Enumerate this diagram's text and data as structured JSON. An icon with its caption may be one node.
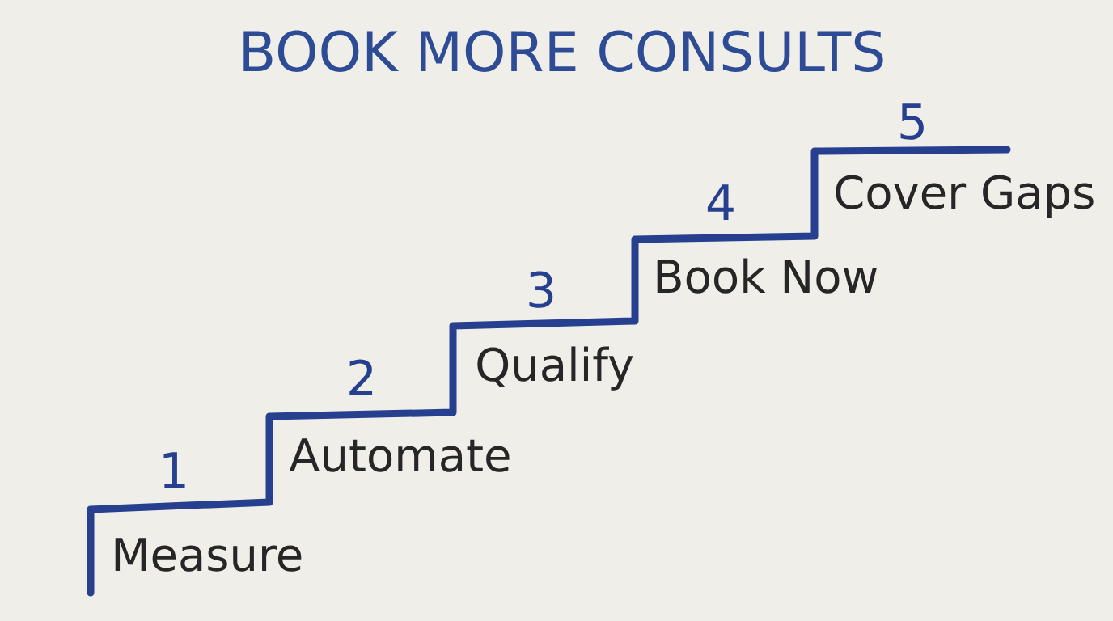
{
  "diagram": {
    "title": "BOOK MORE CONSULTS",
    "labels": [
      "1",
      "Measure",
      "2",
      "Automate",
      "3",
      "Qualify",
      "4",
      "Book Now",
      "5",
      "Cover Gaps"
    ]
  }
}
